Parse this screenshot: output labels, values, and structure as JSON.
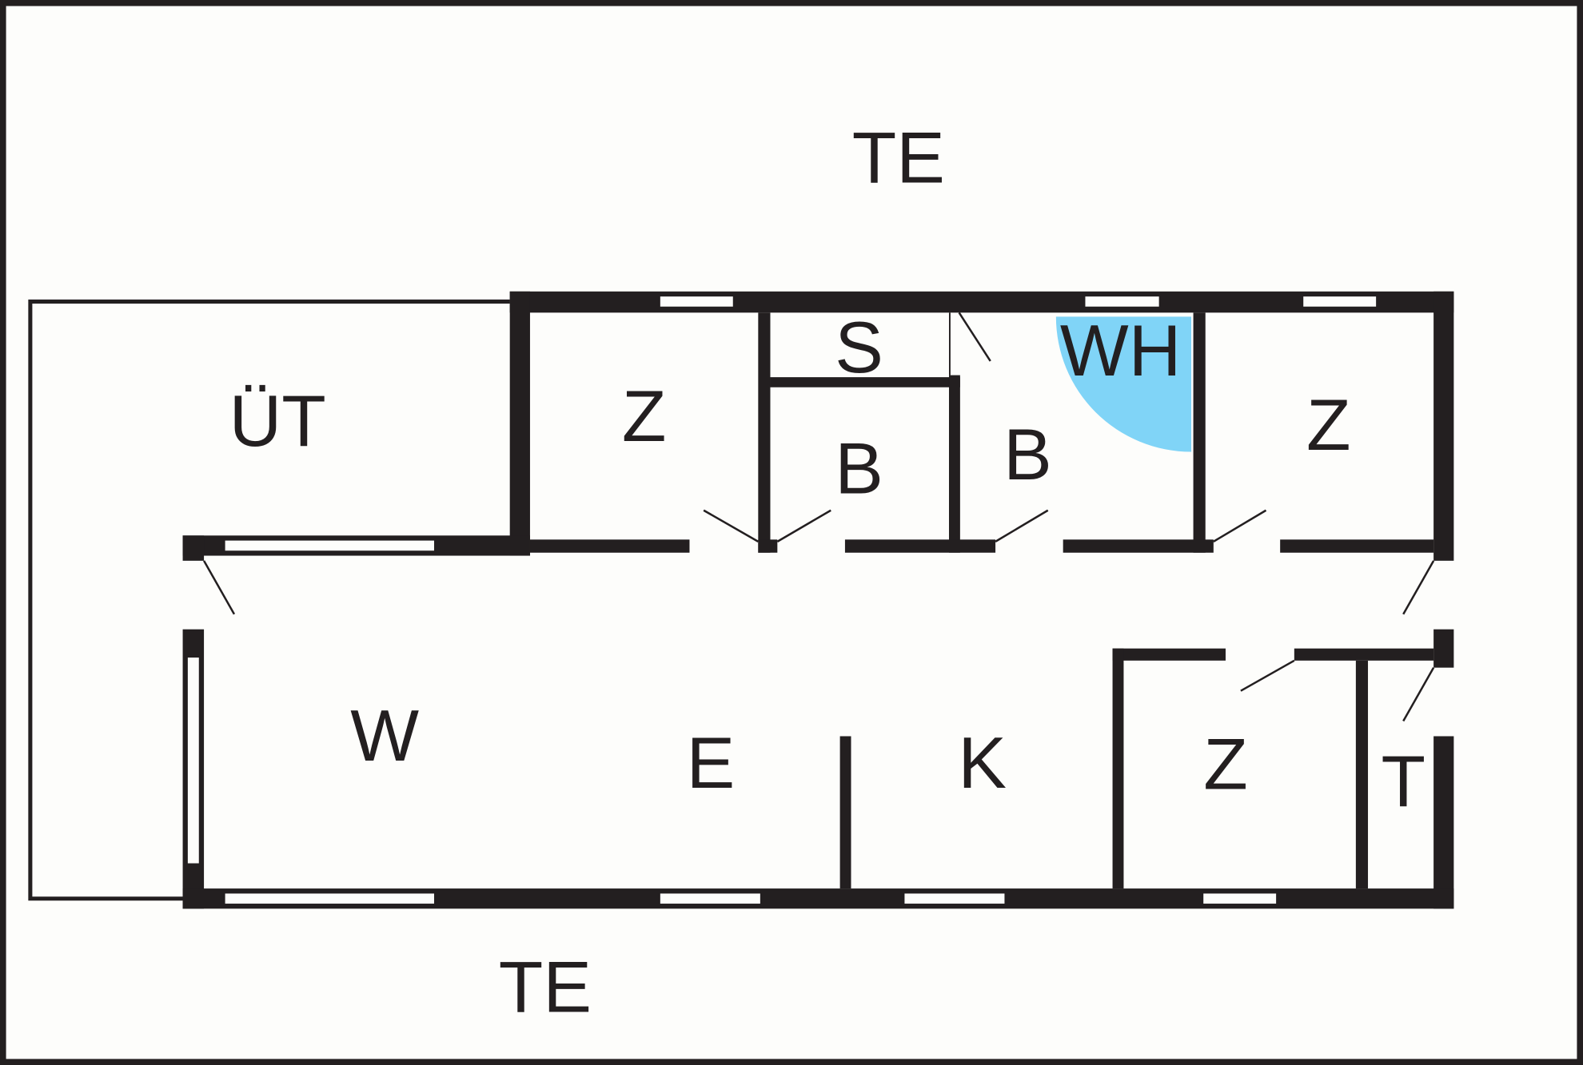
{
  "colors": {
    "wall": "#231f20",
    "background": "#fdfdfb",
    "highlight": "#80d4f7"
  },
  "labels": {
    "terrace_top": "TE",
    "covered_terrace": "ÜT",
    "room_z1": "Z",
    "sauna": "S",
    "bath1": "B",
    "bath2": "B",
    "whirlpool": "WH",
    "room_z2": "Z",
    "living": "W",
    "dining": "E",
    "kitchen": "K",
    "room_z3": "Z",
    "toilet": "T",
    "terrace_bottom": "TE"
  }
}
